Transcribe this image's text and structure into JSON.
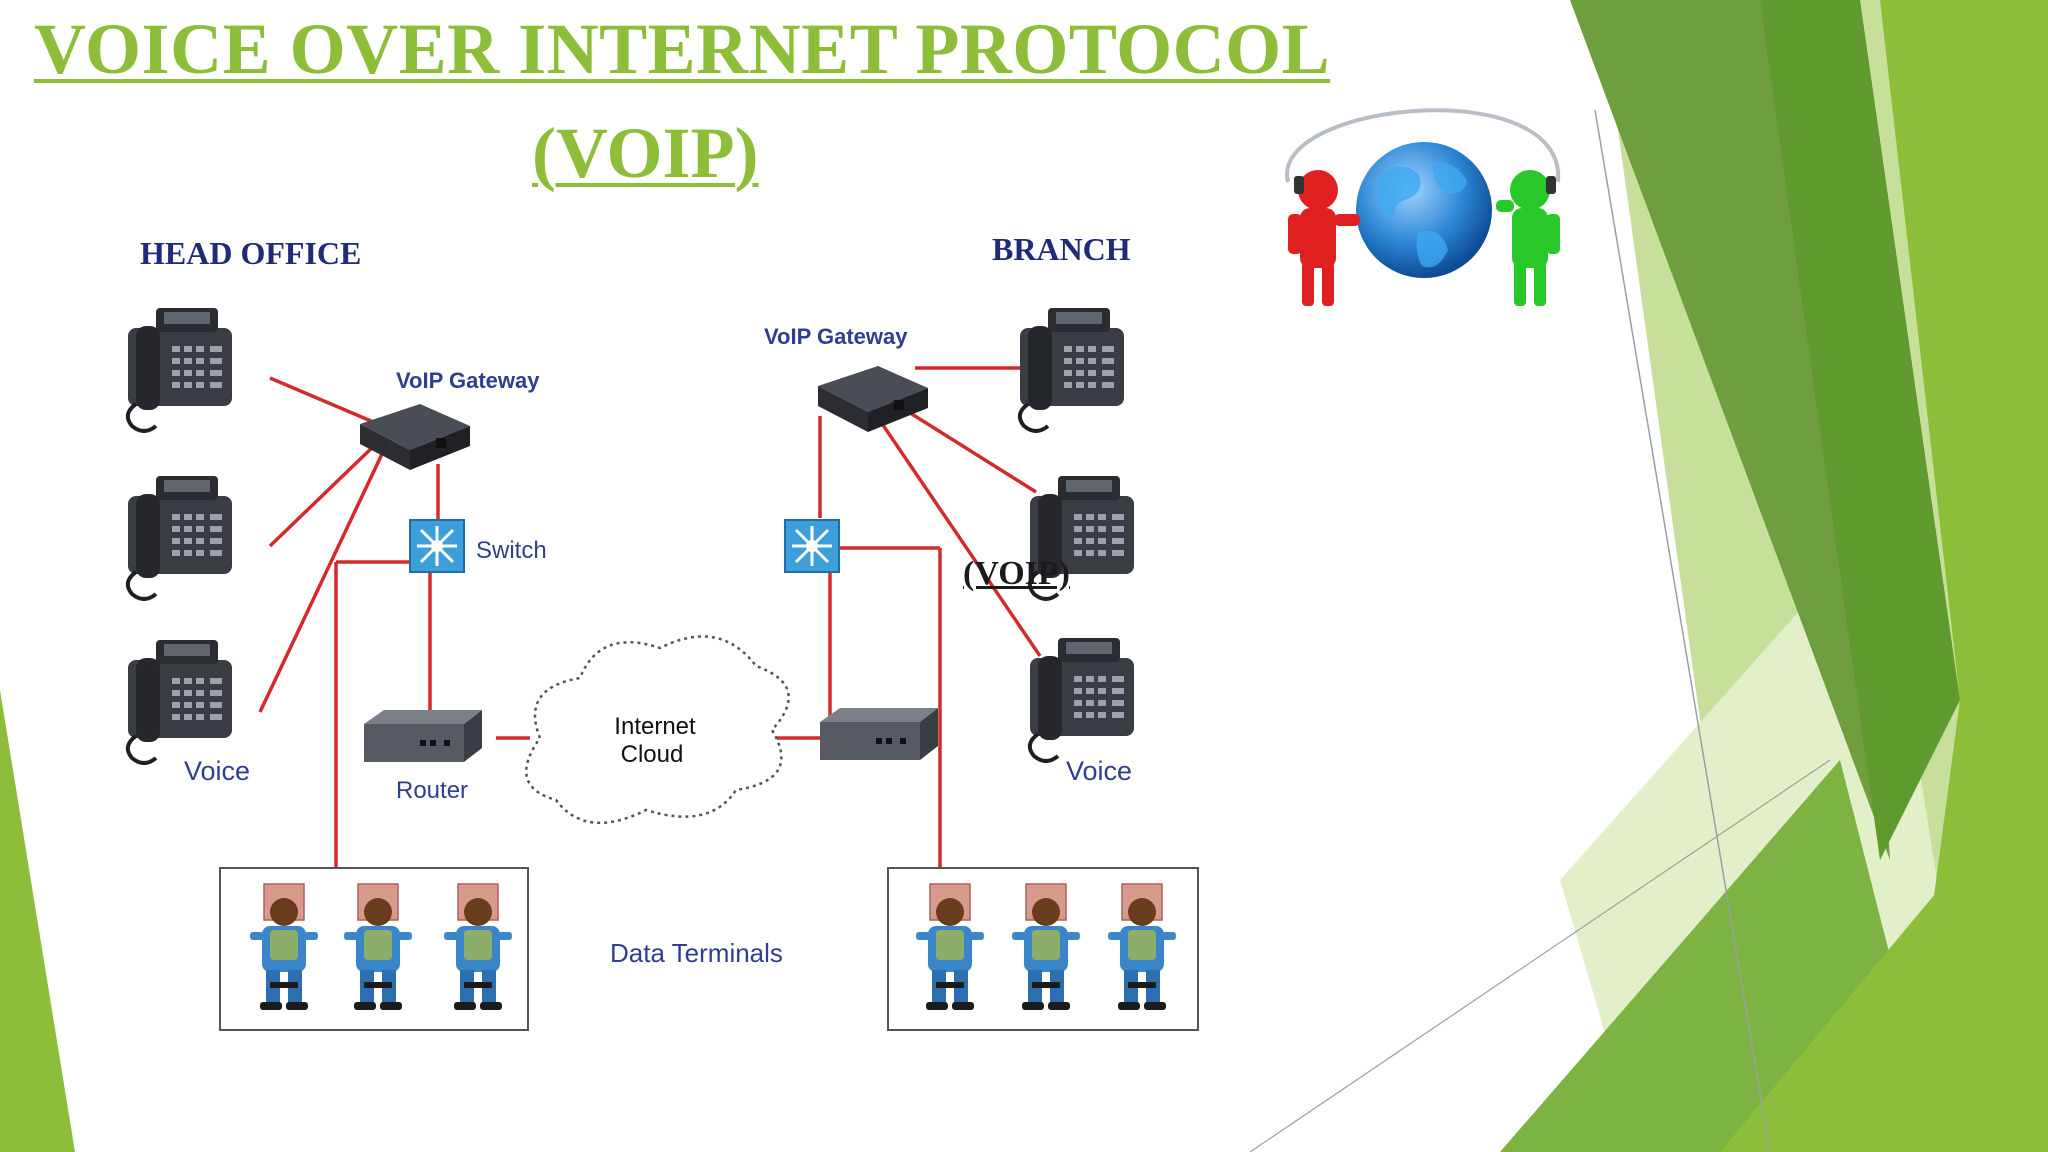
{
  "slide": {
    "title_line1": "VOICE OVER INTERNET PROTOCOL",
    "title_line2": "(VOIP)",
    "overlay_text": "(VOIP)"
  },
  "diagram": {
    "head_office_label": "HEAD OFFICE",
    "branch_label": "BRANCH",
    "head_gateway_label": "VoIP Gateway",
    "branch_gateway_label": "VoIP Gateway",
    "switch_label": "Switch",
    "router_label": "Router",
    "cloud_label_line1": "Internet",
    "cloud_label_line2": "Cloud",
    "head_voice_label": "Voice",
    "branch_voice_label": "Voice",
    "data_terminals_label": "Data Terminals"
  },
  "colors": {
    "title_green": "#8DBE3A",
    "accent_dark_green": "#5E9A2E",
    "link_red": "#D42A2A",
    "label_navy": "#1F2A78",
    "label_blue": "#2F3F8F"
  }
}
